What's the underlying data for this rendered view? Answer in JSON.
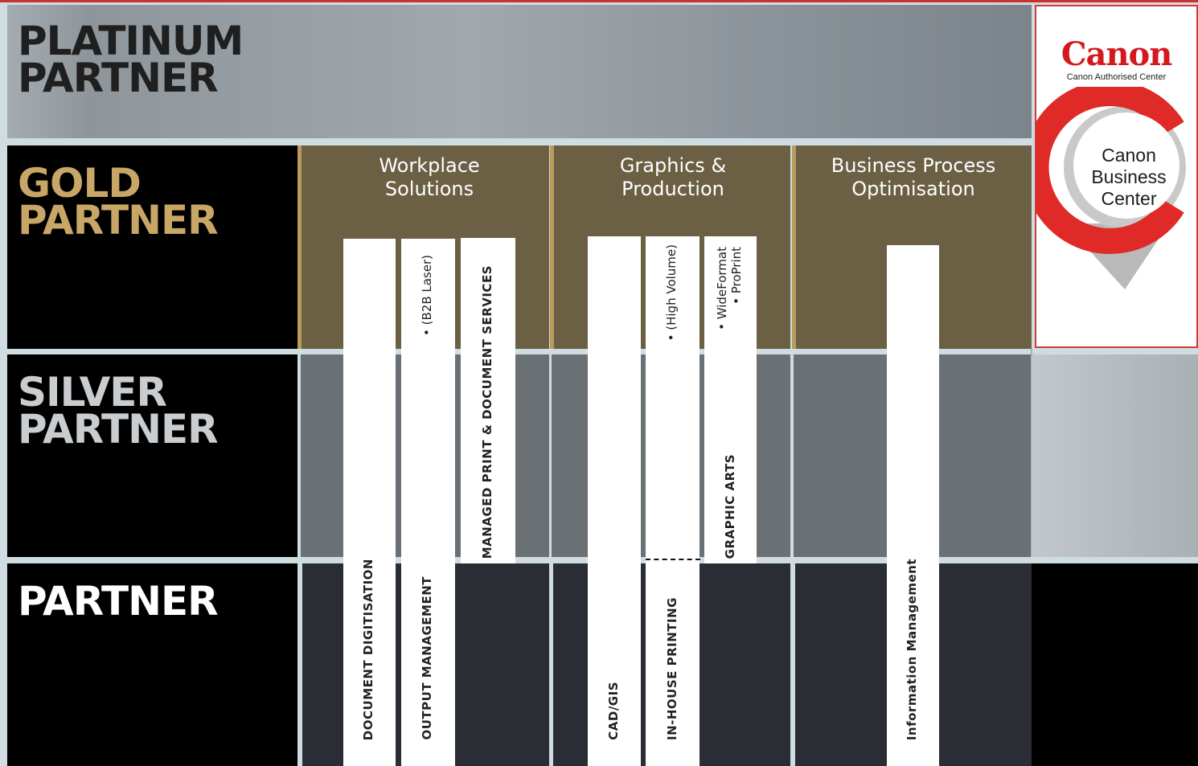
{
  "tiers": {
    "platinum": {
      "line1": "PLATINUM",
      "line2": "PARTNER",
      "color": "#1f1f1f"
    },
    "gold": {
      "line1": "GOLD",
      "line2": "PARTNER",
      "color": "#c8a766"
    },
    "silver": {
      "line1": "SILVER",
      "line2": "PARTNER",
      "color": "#c9cdd0"
    },
    "partner": {
      "line1": "PARTNER",
      "color": "#ffffff"
    }
  },
  "columns": [
    {
      "heading": "Workplace Solutions"
    },
    {
      "heading": "Graphics & Production"
    },
    {
      "heading": "Business Process Optimisation"
    }
  ],
  "bars": {
    "document_digitisation": "DOCUMENT DIGITISATION",
    "output_management": "OUTPUT MANAGEMENT",
    "output_management_note": "• (B2B Laser)",
    "managed_print": "MANAGED PRINT & DOCUMENT SERVICES",
    "cad_gis": "CAD/GIS",
    "inhouse_printing": "IN-HOUSE PRINTING",
    "inhouse_note": "• (High Volume)",
    "graphic_arts": "GRAPHIC ARTS",
    "graphic_arts_note1": "• WideFormat",
    "graphic_arts_note2": "• ProPrint",
    "information_management": "Information Management"
  },
  "canon": {
    "logo": "Canon",
    "authorised": "Canon Authorised Center",
    "badge_line1": "Canon",
    "badge_line2": "Business",
    "badge_line3": "Center",
    "brand_red": "#d3191e"
  }
}
